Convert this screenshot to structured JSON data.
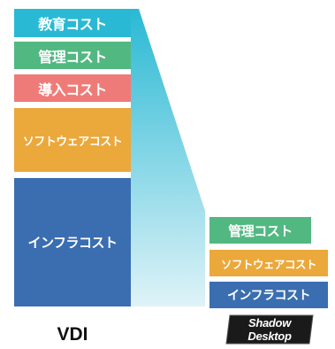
{
  "colors": {
    "education": "#2ab9d4",
    "management": "#52b882",
    "introduction": "#ef7b78",
    "software": "#eba83b",
    "infrastructure": "#3a6eb0",
    "wedge_top": "#2ab9d4",
    "wedge_bottom": "#dff3f8"
  },
  "vdi": {
    "label": "VDI",
    "blocks": [
      {
        "label": "教育コスト"
      },
      {
        "label": "管理コスト"
      },
      {
        "label": "導入コスト"
      },
      {
        "label": "ソフトウェアコスト"
      },
      {
        "label": "インフラコスト"
      }
    ]
  },
  "shadow": {
    "logo_line1": "Shadow",
    "logo_line2": "Desktop",
    "blocks": [
      {
        "label": "管理コスト"
      },
      {
        "label": "ソフトウェアコスト"
      },
      {
        "label": "インフラコスト"
      }
    ]
  }
}
